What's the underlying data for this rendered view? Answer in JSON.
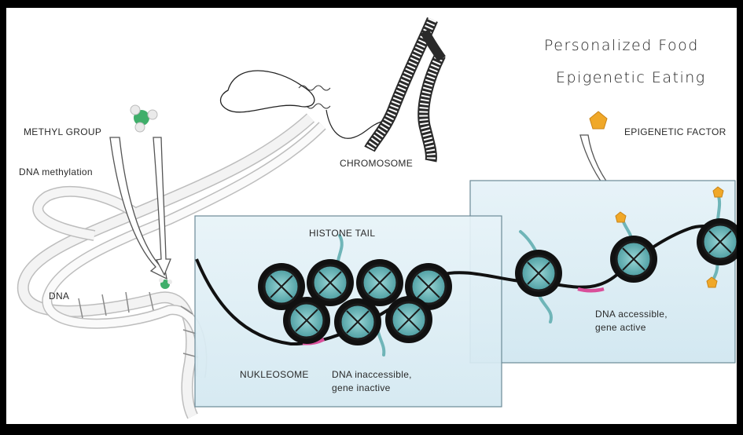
{
  "titles": {
    "line1": "Personalized Food",
    "line2": "Epigenetic Eating"
  },
  "labels": {
    "methyl_group": "METHYL GROUP",
    "dna_methylation": "DNA methylation",
    "dna": "DNA",
    "chromosome": "CHROMOSOME",
    "histone_tail": "HISTONE TAIL",
    "nukleosome": "NUKLEOSOME",
    "dna_inaccessible_1": "DNA inaccessible,",
    "dna_inaccessible_2": "gene inactive",
    "dna_accessible_1": "DNA accessible,",
    "dna_accessible_2": "gene active",
    "epigenetic_factor": "EPIGENETIC FACTOR"
  },
  "colors": {
    "panel": "#dcedf4",
    "histone": "#7cc5c6",
    "methyl": "#3fae6a",
    "factor": "#f0a828",
    "marker": "#d94f9a"
  }
}
